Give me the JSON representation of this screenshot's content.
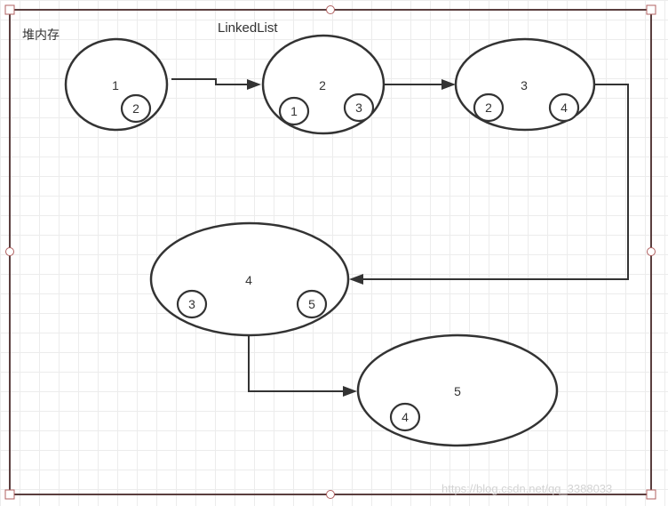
{
  "heap_label": "堆内存",
  "list_label": "LinkedList",
  "nodes": [
    {
      "id": "1",
      "refs": [
        "2"
      ]
    },
    {
      "id": "2",
      "refs": [
        "1",
        "3"
      ]
    },
    {
      "id": "3",
      "refs": [
        "2",
        "4"
      ]
    },
    {
      "id": "4",
      "refs": [
        "3",
        "5"
      ]
    },
    {
      "id": "5",
      "refs": [
        "4"
      ]
    }
  ],
  "links": [
    {
      "from": "1",
      "to": "2"
    },
    {
      "from": "2",
      "to": "3"
    },
    {
      "from": "3",
      "to": "4"
    },
    {
      "from": "4",
      "to": "5"
    }
  ],
  "watermark": "https://blog.csdn.net/qq_3388033"
}
